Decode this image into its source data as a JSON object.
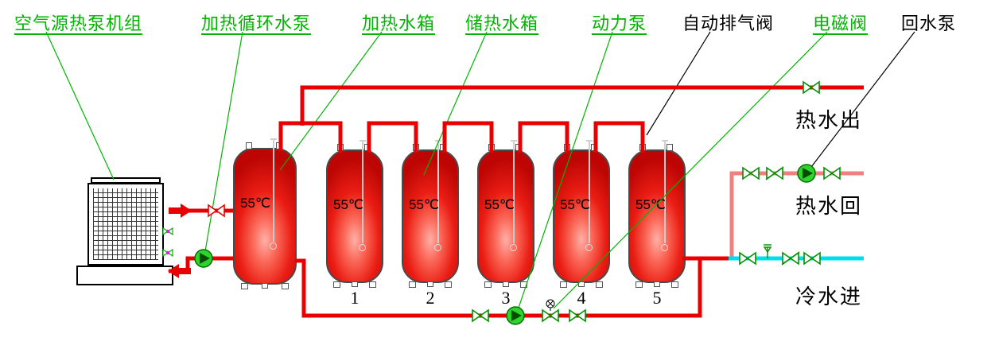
{
  "top_labels": [
    {
      "text": "空气源热泵机组",
      "color": "green"
    },
    {
      "text": "加热循环水泵",
      "color": "green"
    },
    {
      "text": "加热水箱",
      "color": "green"
    },
    {
      "text": "储热水箱",
      "color": "green"
    },
    {
      "text": "动力泵",
      "color": "green"
    },
    {
      "text": "自动排气阀",
      "color": "black"
    },
    {
      "text": "电磁阀",
      "color": "green"
    },
    {
      "text": "回水泵",
      "color": "black"
    }
  ],
  "tanks": [
    {
      "temp": "55℃",
      "number": ""
    },
    {
      "temp": "55℃",
      "number": "1"
    },
    {
      "temp": "55℃",
      "number": "2"
    },
    {
      "temp": "55℃",
      "number": "3"
    },
    {
      "temp": "55℃",
      "number": "4"
    },
    {
      "temp": "55℃",
      "number": "5"
    }
  ],
  "pipe_labels": {
    "hot_out": "热水出",
    "hot_return": "热水回",
    "cold_in": "冷水进"
  },
  "colors": {
    "hot_pipe": "#e80000",
    "return_pipe": "#f08080",
    "cold_pipe": "#00dcec",
    "label_green": "#00b400",
    "pump_fill": "#2ed32e",
    "tank_red": "#ea1d14"
  }
}
